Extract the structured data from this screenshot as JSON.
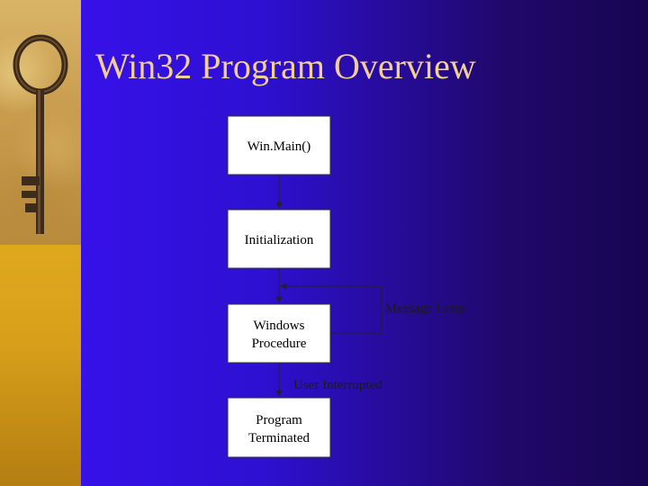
{
  "slide": {
    "title": "Win32 Program Overview"
  },
  "diagram": {
    "nodes": [
      {
        "id": "winmain",
        "lines": [
          "Win.Main()"
        ]
      },
      {
        "id": "init",
        "lines": [
          "Initialization"
        ]
      },
      {
        "id": "winproc",
        "lines": [
          "Windows",
          "Procedure"
        ]
      },
      {
        "id": "terminated",
        "lines": [
          "Program",
          "Terminated"
        ]
      }
    ],
    "edges": [
      {
        "from": "winmain",
        "to": "init",
        "label": ""
      },
      {
        "from": "init",
        "to": "winproc",
        "label": ""
      },
      {
        "from": "winproc",
        "to": "winproc",
        "label": "Message Loop"
      },
      {
        "from": "winproc",
        "to": "terminated",
        "label": "User Interrupted"
      }
    ]
  },
  "colors": {
    "title": "#f3cf95",
    "box_fill": "#ffffff",
    "box_stroke": "#333333",
    "line": "#222222"
  }
}
